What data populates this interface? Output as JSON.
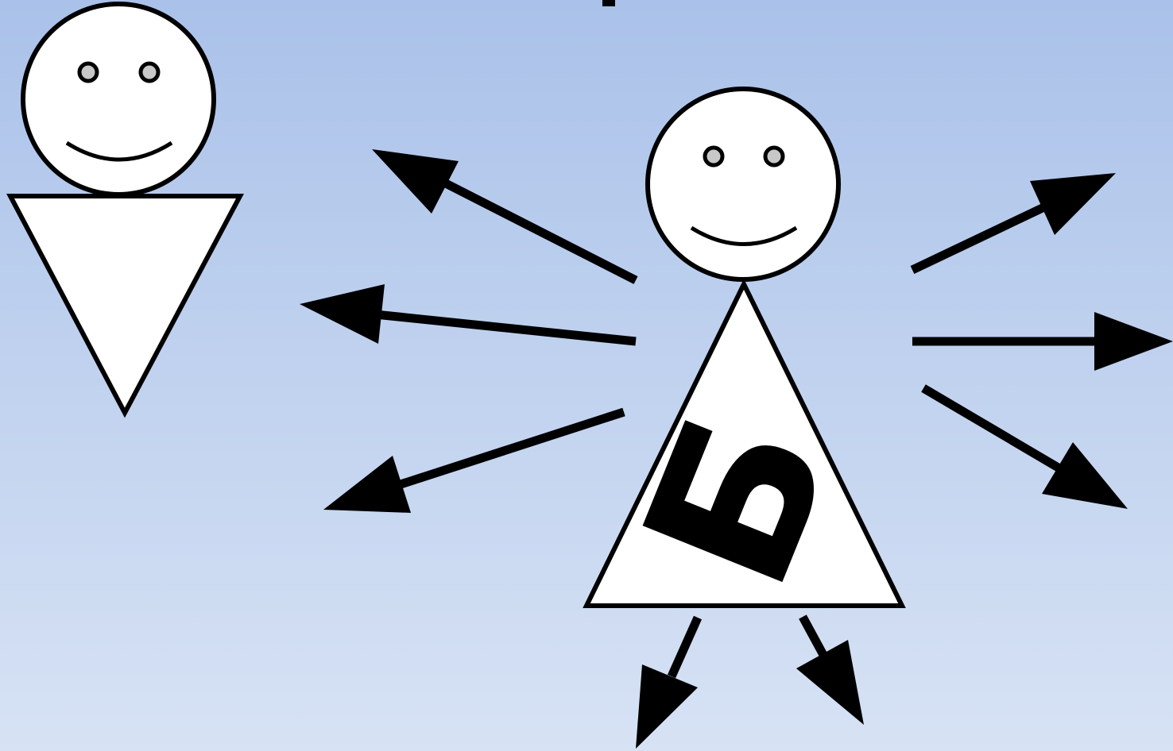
{
  "scene": {
    "background_top": "#aac1e9",
    "background_bottom": "#d7e2f4",
    "left_figure": {
      "expression": "smiling",
      "body": "inverted-triangle"
    },
    "right_figure": {
      "expression": "smiling",
      "body": "triangle",
      "shirt_letter": "Б",
      "shirt_letter_rotated": true
    },
    "arrows_left_count": 3,
    "arrows_right_count": 3,
    "arrows_down_count": 2
  }
}
